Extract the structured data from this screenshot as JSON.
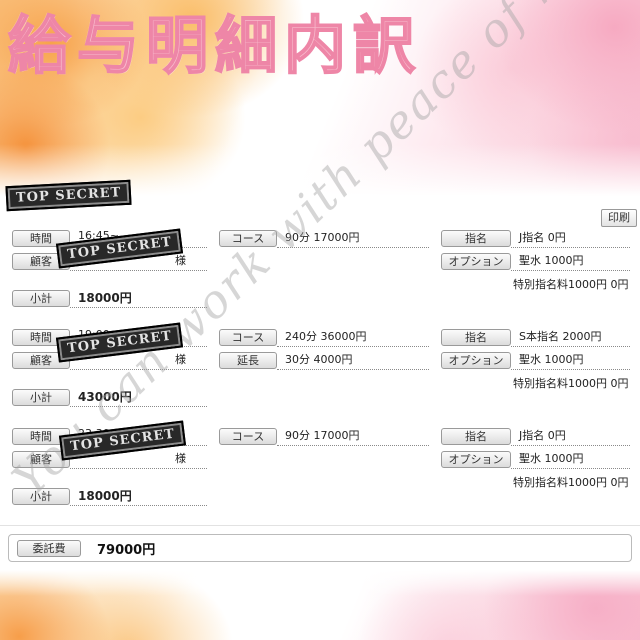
{
  "header": {
    "title": "給与明細内訳",
    "watermark": "You can work with peace of mind!",
    "print_button": "印刷"
  },
  "stamp": {
    "text": "TOP SECRET"
  },
  "labels": {
    "time": "時間",
    "customer": "顧客",
    "course": "コース",
    "extension": "延長",
    "nomination": "指名",
    "option": "オプション",
    "subtotal": "小計",
    "commission": "委託費"
  },
  "records": [
    {
      "time": "16:45~",
      "customer": "様",
      "course": "90分 17000円",
      "nomination": "J指名 0円",
      "option": "聖水 1000円",
      "option_extra": "特別指名料1000円 0円",
      "subtotal": "18000円"
    },
    {
      "time": "19:00~",
      "customer": "様",
      "course": "240分 36000円",
      "extension": "30分 4000円",
      "nomination": "S本指名 2000円",
      "option": "聖水 1000円",
      "option_extra": "特別指名料1000円 0円",
      "subtotal": "43000円"
    },
    {
      "time": "23:30~",
      "customer": "様",
      "course": "90分 17000円",
      "nomination": "J指名 0円",
      "option": "聖水 1000円",
      "option_extra": "特別指名料1000円 0円",
      "subtotal": "18000円"
    }
  ],
  "footer": {
    "commission_value": "79000円"
  }
}
